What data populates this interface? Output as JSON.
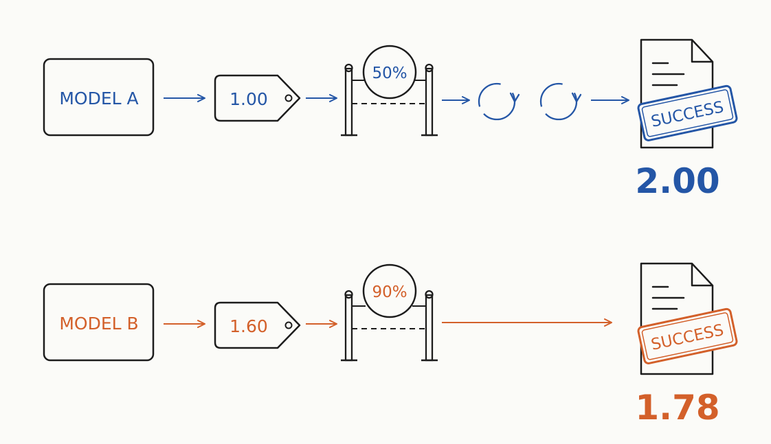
{
  "colors": {
    "blue": "#2456a6",
    "orange": "#d3602a",
    "ink": "#1c1c1c"
  },
  "rows": [
    {
      "model_label": "MODEL A",
      "price": "1.00",
      "gate_rate": "50%",
      "icons": [
        "retry-arrow-icon",
        "retry-arrow-icon"
      ],
      "stamp": "SUCCESS",
      "result": "2.00"
    },
    {
      "model_label": "MODEL B",
      "price": "1.60",
      "gate_rate": "90%",
      "icons": [],
      "stamp": "SUCCESS",
      "result": "1.78"
    }
  ]
}
